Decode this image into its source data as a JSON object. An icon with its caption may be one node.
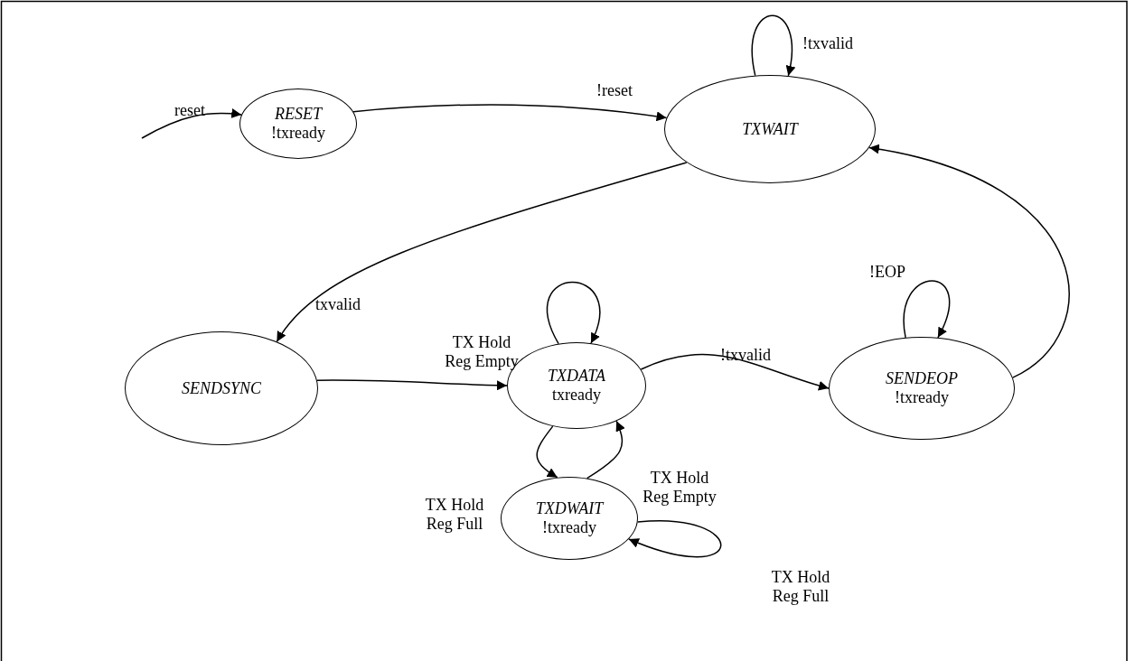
{
  "diagram": {
    "nodes": [
      {
        "text": [
          "RESET",
          "!txready"
        ]
      },
      {
        "text": [
          "TXWAIT"
        ]
      },
      {
        "text": [
          "SENDSYNC"
        ]
      },
      {
        "text": [
          "TXDATA",
          "txready"
        ]
      },
      {
        "text": [
          "SENDEOP",
          "!txready"
        ]
      },
      {
        "text": [
          "TXDWAIT",
          "!txready"
        ]
      }
    ],
    "edges": [
      {
        "from": null,
        "to": 0,
        "arrow": "to",
        "label": "reset"
      },
      {
        "from": 0,
        "to": 1,
        "arrow": "to",
        "label": "!reset"
      },
      {
        "from": 1,
        "to": 1,
        "arrow": "to",
        "label": "!txvalid"
      },
      {
        "from": 1,
        "to": 2,
        "arrow": "to",
        "label": "txvalid"
      },
      {
        "from": 2,
        "to": 3,
        "arrow": "to"
      },
      {
        "from": 3,
        "to": 3,
        "arrow": "to",
        "label": "TX Hold Reg Empty"
      },
      {
        "from": 3,
        "to": 4,
        "arrow": "to",
        "label": "!txvalid"
      },
      {
        "from": 4,
        "to": 4,
        "arrow": "to",
        "label": "!EOP"
      },
      {
        "from": 4,
        "to": 1,
        "arrow": "to"
      },
      {
        "from": 3,
        "to": 5,
        "arrow": "to",
        "label": "TX Hold Reg Full"
      },
      {
        "from": 5,
        "to": 3,
        "arrow": "to",
        "label": "TX Hold Reg Empty"
      },
      {
        "from": 5,
        "to": 5,
        "arrow": "to",
        "label": "TX Hold Reg Full"
      }
    ]
  }
}
